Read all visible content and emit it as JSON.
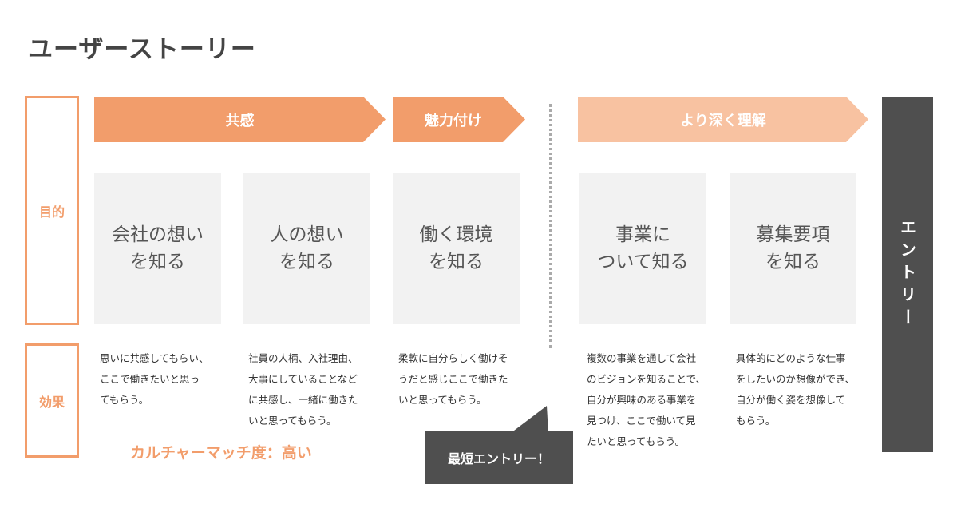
{
  "title": "ユーザーストーリー",
  "labels": {
    "purpose": "目的",
    "effect": "効果"
  },
  "arrows": [
    {
      "label": "共感",
      "color": "#f29d6b"
    },
    {
      "label": "魅力付け",
      "color": "#f29d6b"
    },
    {
      "label": "より深く理解",
      "color": "#f8c2a1"
    }
  ],
  "cards": [
    {
      "lines": [
        "会社の想い",
        "を知る"
      ]
    },
    {
      "lines": [
        "人の想い",
        "を知る"
      ]
    },
    {
      "lines": [
        "働く環境",
        "を知る"
      ]
    },
    {
      "lines": [
        "事業に",
        "ついて知る"
      ]
    },
    {
      "lines": [
        "募集要項",
        "を知る"
      ]
    }
  ],
  "effects": [
    {
      "lines": [
        "思いに共感してもらい、",
        "ここで働きたいと思っ",
        "てもらう。"
      ]
    },
    {
      "lines": [
        "社員の人柄、入社理由、",
        "大事にしていることなど",
        "に共感し、一緒に働きた",
        "いと思ってもらう。"
      ]
    },
    {
      "lines": [
        "柔軟に自分らしく働けそ",
        "うだと感じここで働きた",
        "いと思ってもらう。"
      ]
    },
    {
      "lines": [
        "複数の事業を通して会社",
        "のビジョンを知ることで、",
        "自分が興味のある事業を",
        "見つけ、ここで働いて見",
        "たいと思ってもらう。"
      ]
    },
    {
      "lines": [
        "具体的にどのような仕事",
        "をしたいのか想像ができ、",
        "自分が働く姿を想像して",
        "もらう。"
      ]
    }
  ],
  "culture_match": "カルチャーマッチ度：高い",
  "shortcut": "最短エントリー！",
  "entry": "エントリー",
  "colors": {
    "accent": "#f29d6b",
    "accent_light": "#f8c2a1",
    "dark": "#4f4f4f",
    "card": "#f2f2f2"
  }
}
